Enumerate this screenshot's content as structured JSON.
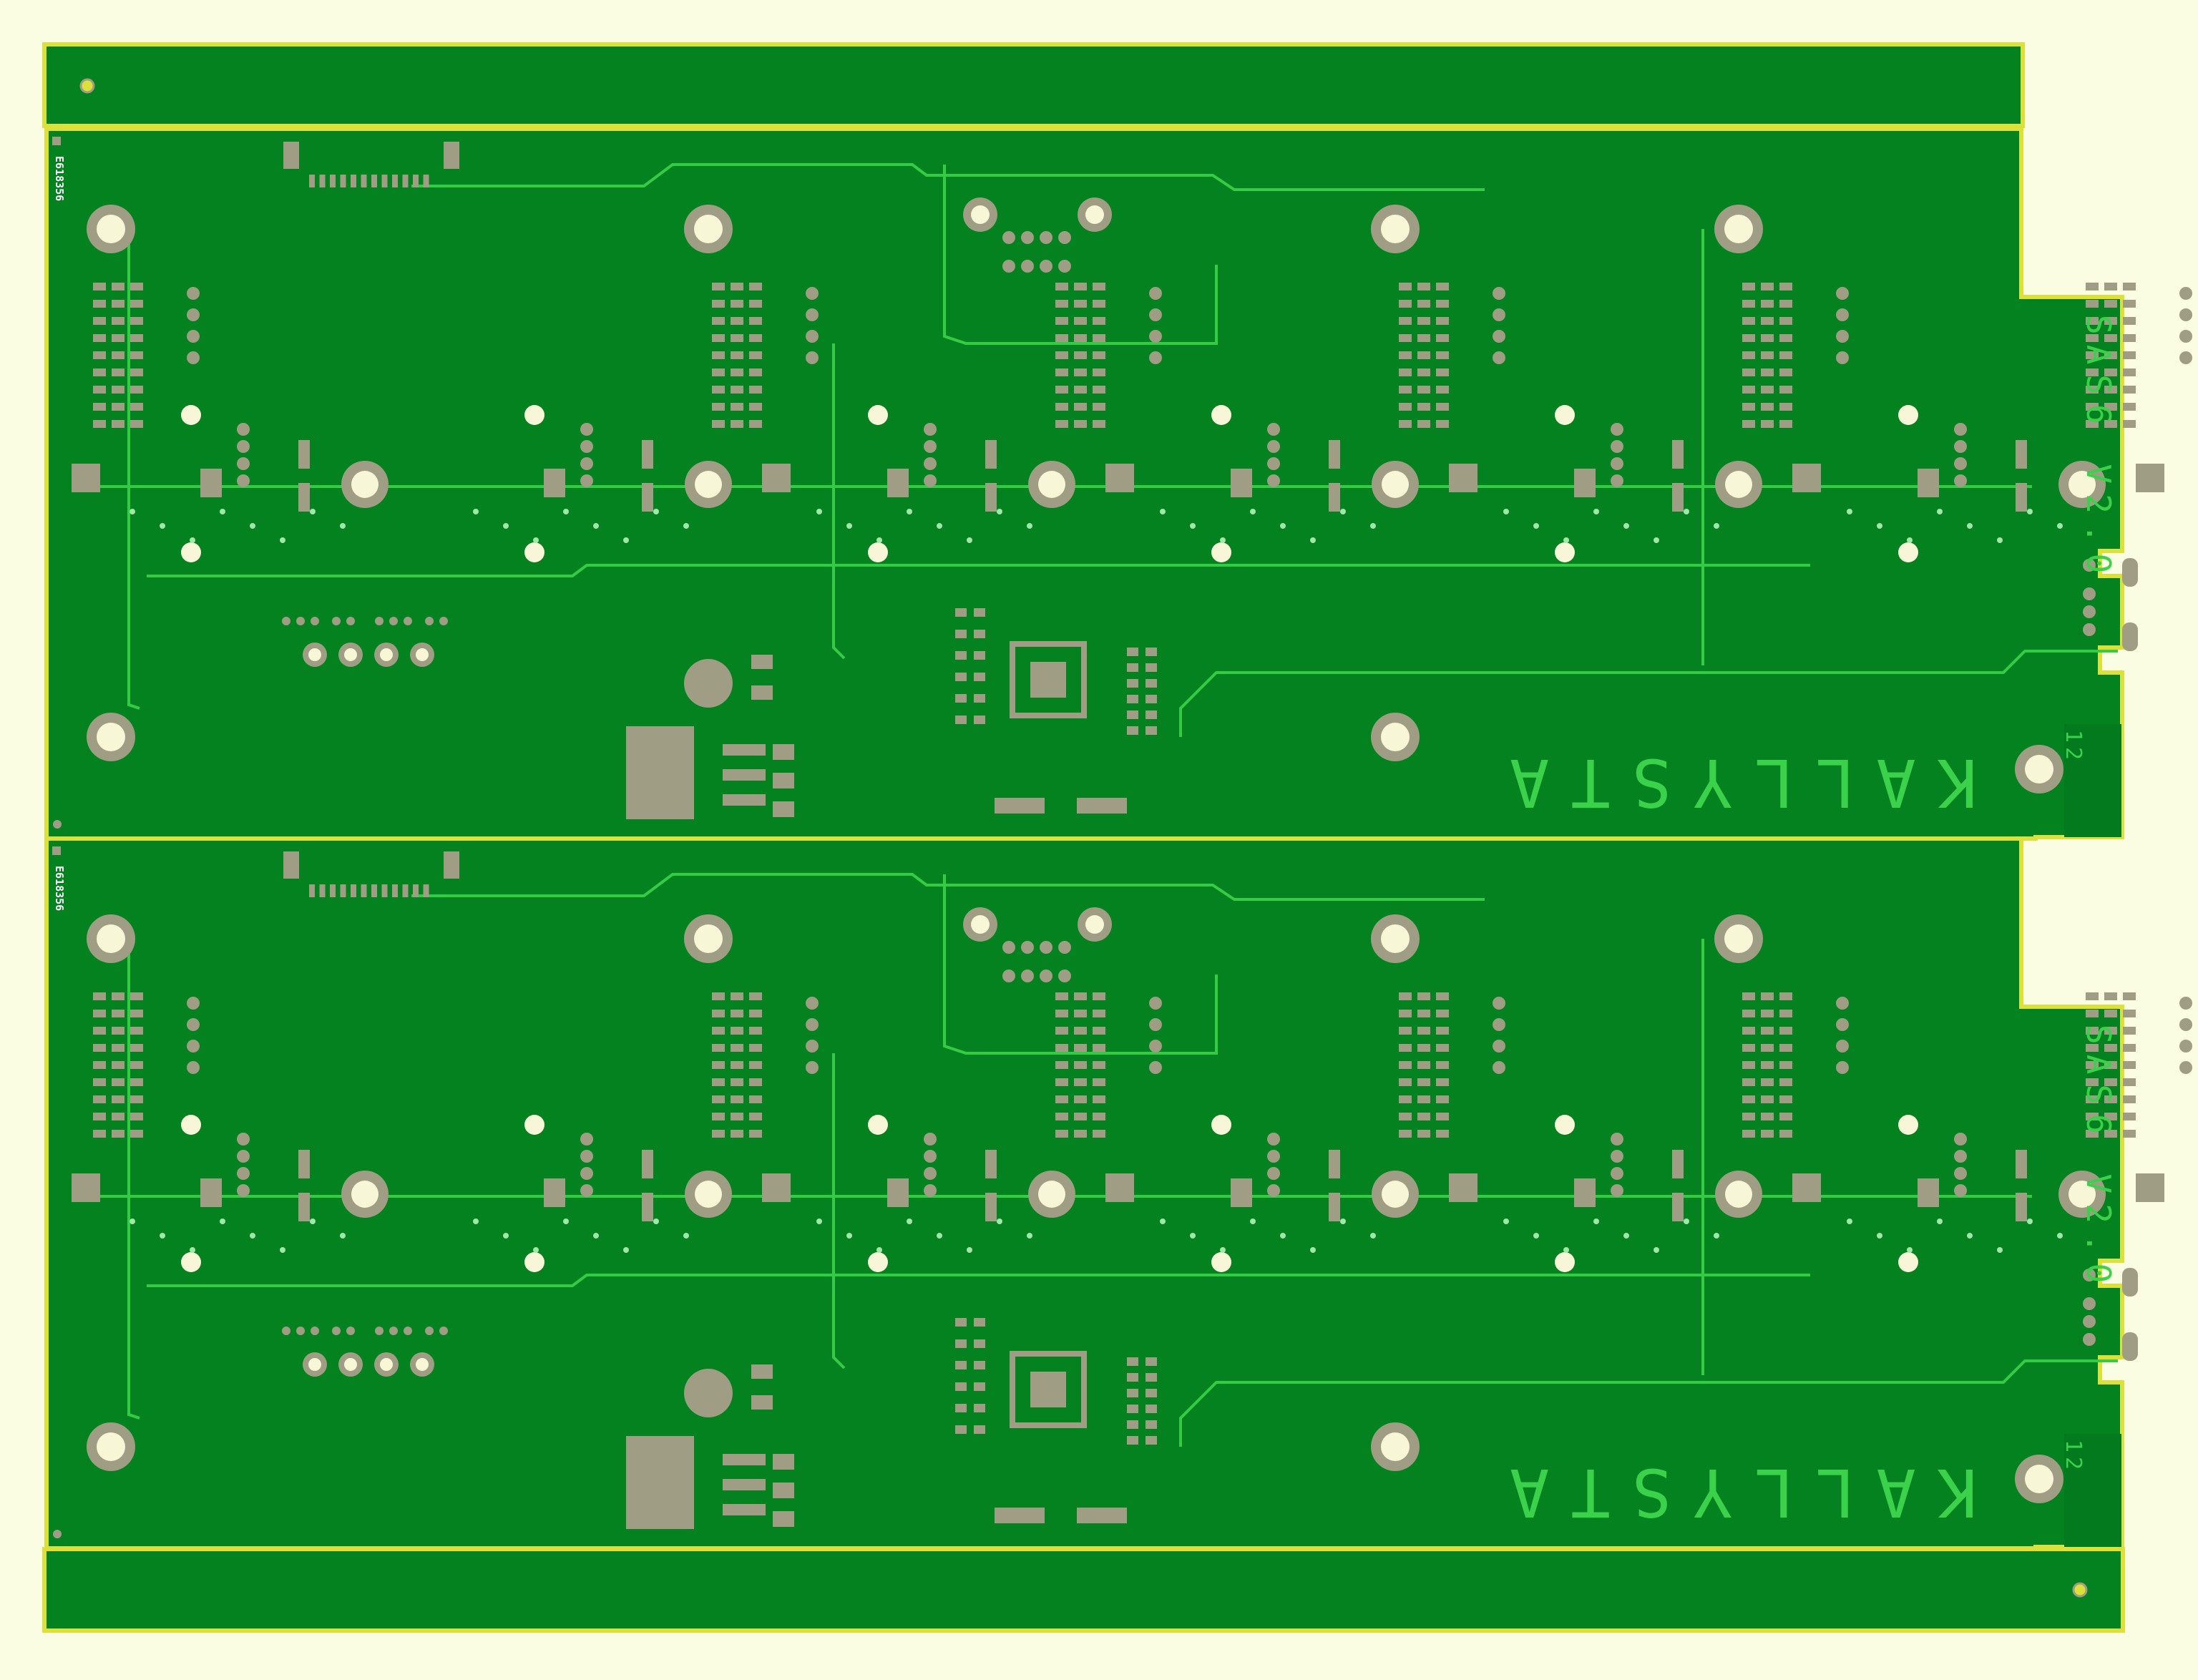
{
  "colors": {
    "background": "#fbfde3",
    "board": "#04821f",
    "board_dark": "#037a1d",
    "outline": "#dce03a",
    "trace": "#34cc45",
    "silk": "#3bd14a",
    "pad_copper": "#9f9d83",
    "hole": "#f7f6d6",
    "via": "#9fe8a6"
  },
  "boards": [
    {
      "name": "upper-board",
      "id_label": "E618356",
      "brand": "KALLYSTA",
      "version": "SAS6 V2.0",
      "number": "12"
    },
    {
      "name": "lower-board",
      "id_label": "E618356",
      "brand": "KALLYSTA",
      "version": "SAS6 V2.0",
      "number": "12"
    }
  ]
}
